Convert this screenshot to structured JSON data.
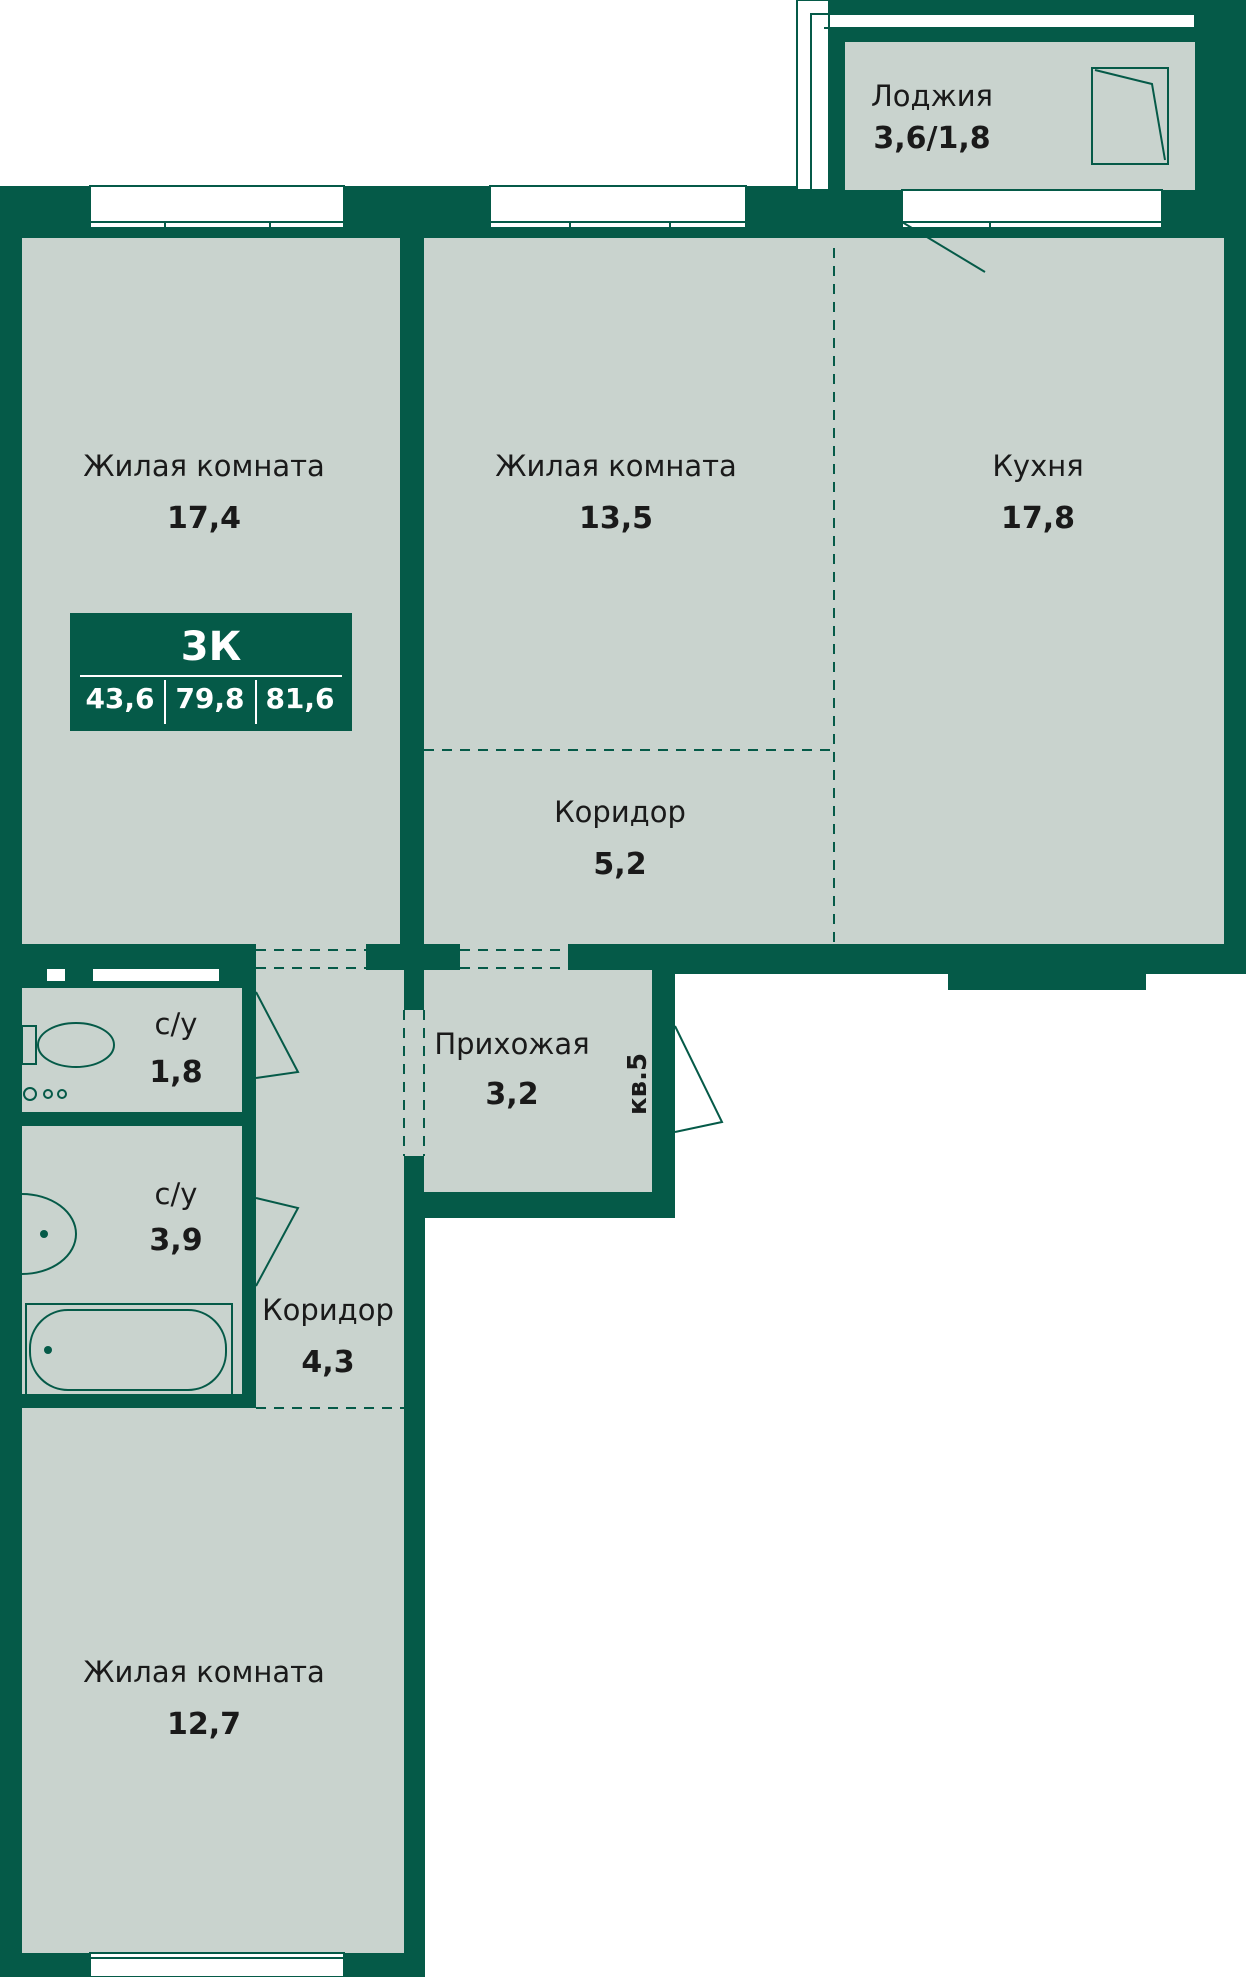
{
  "rooms": {
    "living_1": {
      "name": "Жилая комната",
      "area": "17,4"
    },
    "living_2": {
      "name": "Жилая комната",
      "area": "13,5"
    },
    "kitchen": {
      "name": "Кухня",
      "area": "17,8"
    },
    "loggia": {
      "name": "Лоджия",
      "area": "3,6/1,8"
    },
    "corridor_1": {
      "name": "Коридор",
      "area": "5,2"
    },
    "hallway": {
      "name": "Прихожая",
      "area": "3,2"
    },
    "wc_1": {
      "name": "с/у",
      "area": "1,8"
    },
    "wc_2": {
      "name": "с/у",
      "area": "3,9"
    },
    "corridor_2": {
      "name": "Коридор",
      "area": "4,3"
    },
    "living_3": {
      "name": "Жилая комната",
      "area": "12,7"
    }
  },
  "badge": {
    "type": "3К",
    "area_living": "43,6",
    "area_total": "79,8",
    "area_with_loggia": "81,6"
  },
  "apartment_label": "кв.5",
  "colors": {
    "wall": "#055a48",
    "room": "#c9d3ce",
    "background": "#ffffff"
  }
}
